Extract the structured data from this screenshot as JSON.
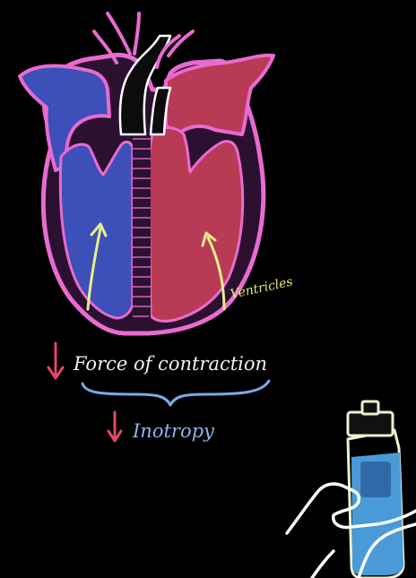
{
  "labels": {
    "ventricles": "Ventricles",
    "force": "Force of contraction",
    "inotropy": "Inotropy"
  },
  "colors": {
    "background": "#000000",
    "outline_pink": "#e86bd0",
    "right_heart_blue": "#3d4fb8",
    "left_heart_red": "#b83a55",
    "arrow_yellow": "#e8f08a",
    "decrease_arrow_red": "#e04a6a",
    "brace_blue": "#7fa8e8",
    "text_white": "#f2f2f2",
    "text_yellow": "#e8e870",
    "text_blue": "#8fb4f0",
    "bottle_fill": "#4a9ad8",
    "hand_outline": "#ffffff"
  }
}
